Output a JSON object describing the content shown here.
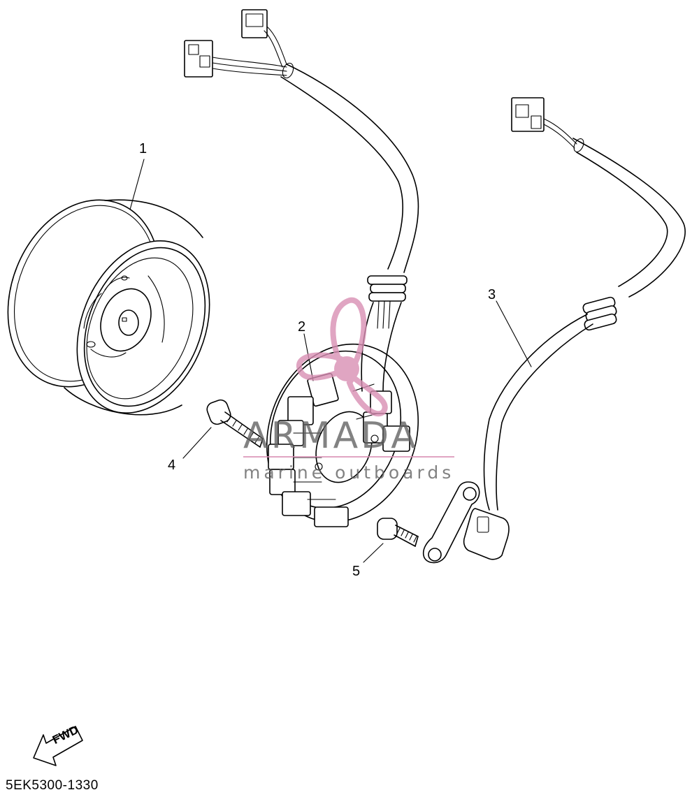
{
  "callouts": [
    {
      "id": "1",
      "label": "1"
    },
    {
      "id": "2",
      "label": "2"
    },
    {
      "id": "3",
      "label": "3"
    },
    {
      "id": "4",
      "label": "4"
    },
    {
      "id": "5",
      "label": "5"
    }
  ],
  "watermark": {
    "brand": "ARMADA",
    "tagline": "marine outboards",
    "color": "#d98fb4"
  },
  "direction_indicator": {
    "label": "FWD"
  },
  "diagram_number": "5EK5300-1330"
}
